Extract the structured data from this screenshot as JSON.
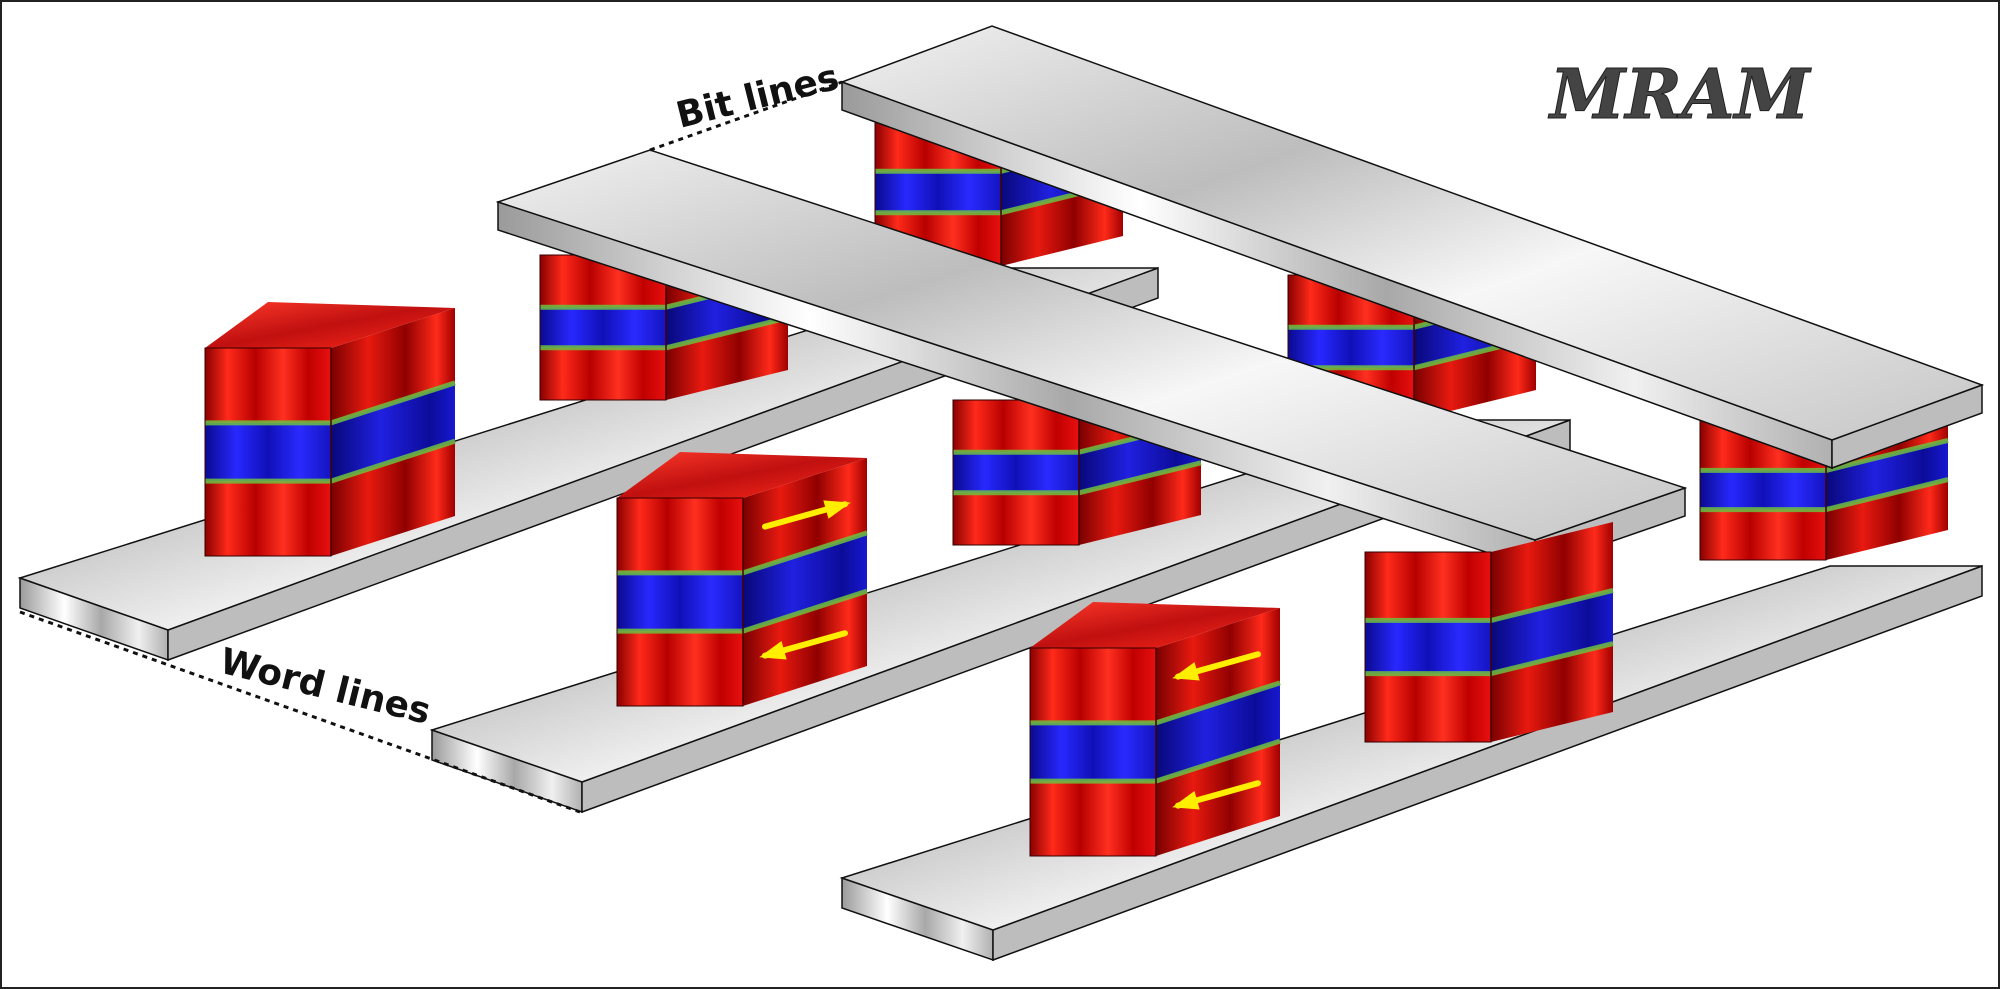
{
  "title": "MRAM",
  "labels": {
    "bit_lines": "Bit lines",
    "word_lines": "Word lines"
  },
  "colors": {
    "ferromagnet_layer": "#e01010",
    "tunnel_barrier_layer": "#1a1ad8",
    "interface_glow": "#6cc040",
    "metal_line": "#d8d8d8",
    "magnetization_arrow": "#ffee00",
    "title_text": "#444444"
  },
  "cells": [
    {
      "row": 1,
      "column": 1,
      "arrows": "none"
    },
    {
      "row": 1,
      "column": 2,
      "arrows": "none"
    },
    {
      "row": 1,
      "column": 3,
      "arrows": "none"
    },
    {
      "row": 2,
      "column": 1,
      "arrows": "parallel-opposed (top right, bottom left)"
    },
    {
      "row": 2,
      "column": 2,
      "arrows": "none"
    },
    {
      "row": 2,
      "column": 3,
      "arrows": "none"
    },
    {
      "row": 3,
      "column": 1,
      "arrows": "parallel (top left, bottom left)"
    },
    {
      "row": 3,
      "column": 2,
      "arrows": "none"
    },
    {
      "row": 3,
      "column": 3,
      "arrows": "none"
    }
  ]
}
